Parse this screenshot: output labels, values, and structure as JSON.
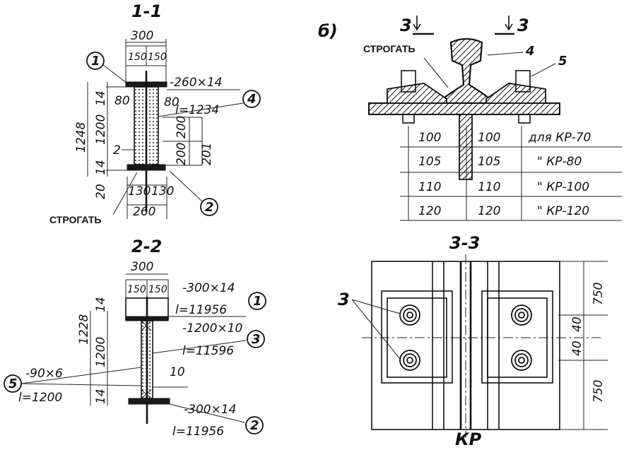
{
  "views": {
    "sec11": {
      "title": "1-1"
    },
    "sec22": {
      "title": "2-2"
    },
    "viewB": {
      "title": "б)"
    },
    "sec33": {
      "title": "3-3",
      "axis": "КР"
    }
  },
  "sec11": {
    "width_total": "300",
    "half_left": "150",
    "half_right": "150",
    "plate_top": "-260×14",
    "plate_top_len": "l=1234",
    "dim_80_left": "80",
    "dim_80_right": "80",
    "height_total": "1248",
    "height_14_top": "14",
    "height_1200": "1200",
    "height_14_bot": "14",
    "height_20": "20",
    "mark_2": "2",
    "dim_200": "200",
    "dim_201": "201",
    "dim_200b": "200",
    "dim_130_left": "130",
    "dim_130_right": "130",
    "dim_260": "260",
    "note_planing": "СТРОГАТЬ",
    "callout_1": "1",
    "callout_4": "4",
    "callout_2": "2"
  },
  "sec22": {
    "width_total": "300",
    "half_left": "150",
    "half_right": "150",
    "flange_top": "-300×14",
    "flange_top_len": "l=11956",
    "web": "-1200×10",
    "web_len": "l=11596",
    "rib": "-90×6",
    "rib_len": "l=1200",
    "weld": "10",
    "height_total": "1228",
    "height_14_top": "14",
    "height_1200": "1200",
    "height_14_bot": "14",
    "flange_bot": "-300×14",
    "flange_bot_len": "l=11956",
    "callout_1": "1",
    "callout_3": "3",
    "callout_5": "5",
    "callout_2": "2"
  },
  "viewB": {
    "section_mark_left": "3",
    "section_mark_right": "3",
    "note_planing": "СТРОГАТЬ",
    "callout_4": "4",
    "callout_5": "5",
    "table": [
      {
        "a": "100",
        "b": "100",
        "c": "для КР-70"
      },
      {
        "a": "105",
        "b": "105",
        "c": "\" КР-80"
      },
      {
        "a": "110",
        "b": "110",
        "c": "\" КР-100"
      },
      {
        "a": "120",
        "b": "120",
        "c": "\" КР-120"
      }
    ]
  },
  "sec33": {
    "callout_3": "3",
    "dim_750_top": "750",
    "dim_40_top": "40",
    "dim_40_bot": "40",
    "dim_750_bot": "750"
  }
}
